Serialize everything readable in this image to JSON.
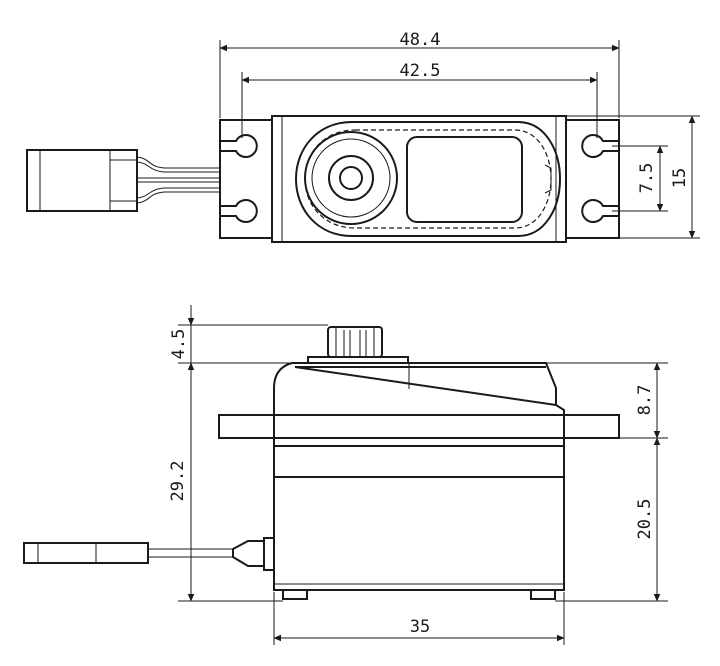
{
  "dimensions": {
    "overall_width": "48.4",
    "mount_hole_spacing": "42.5",
    "hole_spacing_vertical": "7.5",
    "body_width": "15",
    "output_shaft_height": "4.5",
    "total_height": "29.2",
    "upper_case_height": "8.7",
    "lower_case_height": "20.5",
    "body_length": "35"
  },
  "colors": {
    "line": "#1a1a1a",
    "background": "#ffffff"
  }
}
